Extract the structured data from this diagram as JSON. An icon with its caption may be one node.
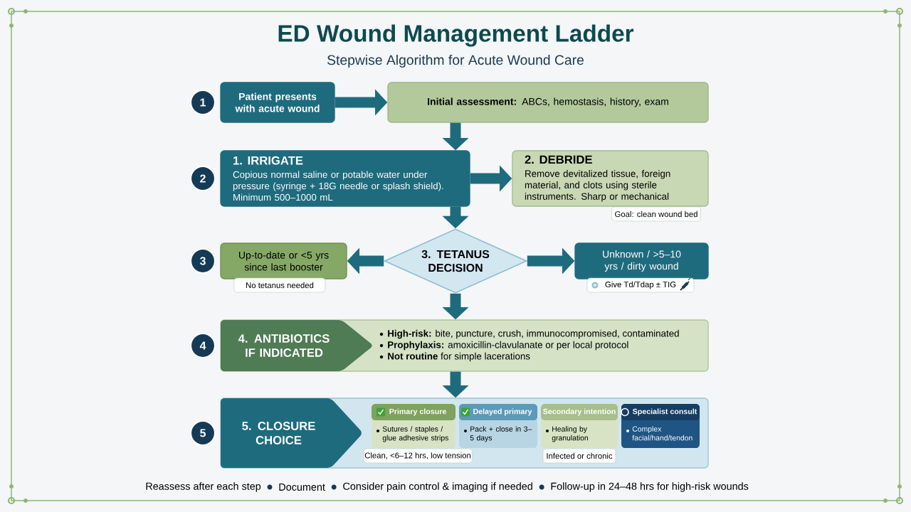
{
  "diagram": {
    "title": "ED Wound Management Ladder",
    "nodes": [
      {
        "text": [
          "1"
        ]
      },
      {
        "text": [
          "Patient presents with acute wound"
        ]
      },
      {
        "text": [
          "**Initial assessment:** ABCs, hemostasis, history, exam"
        ]
      },
      {
        "text": [
          "2"
        ]
      },
      {
        "text": [
          "1. IRRIGATE",
          "Copious normal saline or potable water under pressure (syringe + 18G needle or splash shield). Minimum 500–1000 mL"
        ]
      },
      {
        "text": [
          "2. DEBRIDE",
          "Remove devitalized tissue, foreign material, and clots using sterile instruments. Sharp or mechanical"
        ],
        "beside": [
          "Goal: clean wound bed"
        ]
      },
      {
        "text": [
          "3"
        ]
      },
      {
        "text": [
          "Up-to-date or <5 yrs since last booster"
        ],
        "beside": [
          "No tetanus needed"
        ]
      },
      {
        "text": [
          "3. TETANUS DECISION"
        ]
      },
      {
        "text": [
          "Unknown / >5–10 yrs / dirty wound"
        ],
        "beside": [
          "Give Td/Tdap ± TIG"
        ]
      },
      {
        "text": [
          "4"
        ]
      },
      {
        "text": [
          "4. ANTIBIOTICS IF INDICATED",
          "**High-risk:** bite, puncture, crush, immunocompromised, contaminated",
          "**Prophylaxis:** amoxicillin-clavulanate or per local protocol",
          "**Not routine** for simple lacerations"
        ]
      },
      {
        "text": [
          "5"
        ]
      },
      {
        "text": [
          "5. CLOSURE CHOICE"
        ]
      },
      {
        "text": [
          "Primary closure",
          "Sutures / staples / glue adhesive strips"
        ],
        "in": 13,
        "beside": [
          "Clean, <6–12 hrs, low tension"
        ]
      },
      {
        "text": [
          "Delayed primary",
          "Pack + close in 3–5 days"
        ],
        "in": 13
      },
      {
        "text": [
          "Secondary intention",
          "Healing by granulation"
        ],
        "in": 13,
        "beside": [
          "Infected or chronic"
        ]
      },
      {
        "text": [
          "Specialist consult",
          "Complex facial/hand/tendon"
        ],
        "in": 13
      }
    ],
    "edges": [
      {
        "from": 1,
        "to": 2,
        "arrow": "to"
      },
      {
        "from": 2,
        "to": 4,
        "arrow": "to"
      },
      {
        "from": 4,
        "to": 5,
        "arrow": "to"
      },
      {
        "from": 4,
        "to": 8,
        "arrow": "to"
      },
      {
        "from": 8,
        "to": 7,
        "arrow": "to"
      },
      {
        "from": 8,
        "to": 9,
        "arrow": "to"
      },
      {
        "from": 8,
        "to": 11,
        "arrow": "to"
      },
      {
        "from": 11,
        "to": 13,
        "arrow": "to"
      }
    ],
    "labels": [
      "Stepwise Algorithm for Acute Wound Care",
      "Reassess after each step",
      "Document",
      "Consider pain control & imaging if needed",
      "Follow-up in 24–48 hrs for high-risk wounds"
    ]
  }
}
